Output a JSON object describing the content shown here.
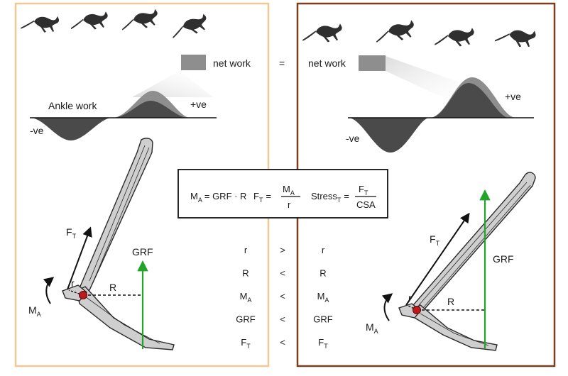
{
  "colors": {
    "left_frame": "#f0c893",
    "right_frame": "#7a3e1f",
    "positive_fill": "#4a4a4a",
    "extra_fill": "#8e8e8e",
    "net_box": "#8e8e8e",
    "bone": "#cfcfcf",
    "bone_outline": "#2a2a2a",
    "grf_arrow": "#22a32a",
    "joint": "#c0191d",
    "silhouette": "#2f2f2f"
  },
  "left_panel": {
    "net_work_label": "net work",
    "ankle_work_label": "Ankle work",
    "pos_label": "+ve",
    "neg_label": "-ve",
    "ft_main": "F",
    "ft_sub": "T",
    "r_label": "r",
    "R_label": "R",
    "ma_main": "M",
    "ma_sub": "A",
    "grf_label": "GRF"
  },
  "right_panel": {
    "net_work_label": "net work",
    "pos_label": "+ve",
    "neg_label": "-ve",
    "ft_main": "F",
    "ft_sub": "T",
    "r_label": "r",
    "R_label": "R",
    "ma_main": "M",
    "ma_sub": "A",
    "grf_label": "GRF"
  },
  "equals_sign": "=",
  "equations": {
    "ma_main": "M",
    "ma_sub": "A",
    "ma_rhs": "= GRF · R",
    "ft_main": "F",
    "ft_sub": "T",
    "ft_eq": "=",
    "ft_num_main": "M",
    "ft_num_sub": "A",
    "ft_den": "r",
    "stress_main": "Stress",
    "stress_sub": "T",
    "stress_eq": "=",
    "stress_num_main": "F",
    "stress_num_sub": "T",
    "stress_den": "CSA"
  },
  "comparisons": [
    {
      "left": "r",
      "left_sub": "",
      "op": ">",
      "right": "r",
      "right_sub": ""
    },
    {
      "left": "R",
      "left_sub": "",
      "op": "<",
      "right": "R",
      "right_sub": ""
    },
    {
      "left": "M",
      "left_sub": "A",
      "op": "<",
      "right": "M",
      "right_sub": "A"
    },
    {
      "left": "GRF",
      "left_sub": "",
      "op": "<",
      "right": "GRF",
      "right_sub": ""
    },
    {
      "left": "F",
      "left_sub": "T",
      "op": "<",
      "right": "F",
      "right_sub": "T"
    }
  ]
}
